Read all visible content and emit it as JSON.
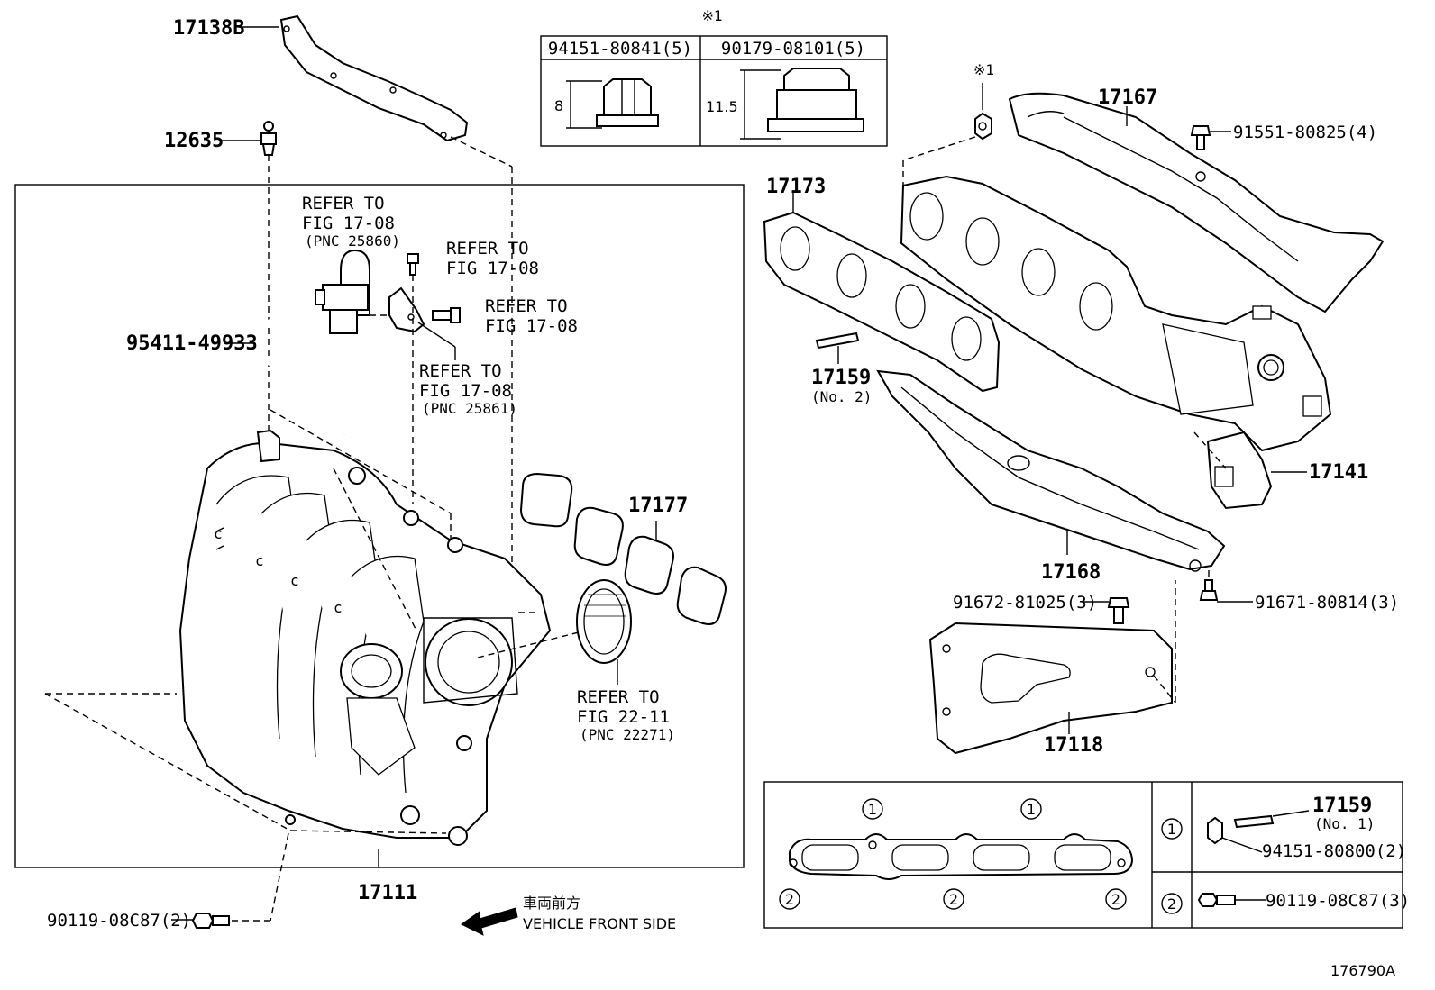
{
  "diagram": {
    "figure_id": "176790A",
    "note_mark": "※1",
    "vehicle_front_jp": "車両前方",
    "vehicle_front_en": "VEHICLE FRONT SIDE",
    "nut_table": {
      "col1_part": "94151-80841(5)",
      "col2_part": "90179-08101(5)",
      "col1_height": "8",
      "col2_height": "11.5"
    },
    "labels": {
      "p17138B": "17138B",
      "p12635": "12635",
      "p95411": "95411-49933",
      "p17111": "17111",
      "p17177": "17177",
      "p90119_left": "90119-08C87(2)",
      "p17167": "17167",
      "p91551": "91551-80825(4)",
      "p17173": "17173",
      "p17159a": "17159",
      "p17159a_sub": "(No. 2)",
      "p17141": "17141",
      "p17168": "17168",
      "p91672": "91672-81025(3)",
      "p91671": "91671-80814(3)",
      "p17118": "17118",
      "p17159b": "17159",
      "p17159b_sub": "(No. 1)",
      "p94151_80800": "94151-80800(2)",
      "p90119_right": "90119-08C87(3)"
    },
    "refer": {
      "r1_l1": "REFER TO",
      "r1_l2": "FIG 17-08",
      "r1_l3": "(PNC 25860)",
      "r2_l1": "REFER TO",
      "r2_l2": "FIG 17-08",
      "r3_l1": "REFER TO",
      "r3_l2": "FIG 17-08",
      "r4_l1": "REFER TO",
      "r4_l2": "FIG 17-08",
      "r4_l3": "(PNC 25861)",
      "r5_l1": "REFER TO",
      "r5_l2": "FIG 22-11",
      "r5_l3": "(PNC 22271)"
    },
    "legend": {
      "one": "1",
      "two": "2"
    }
  }
}
